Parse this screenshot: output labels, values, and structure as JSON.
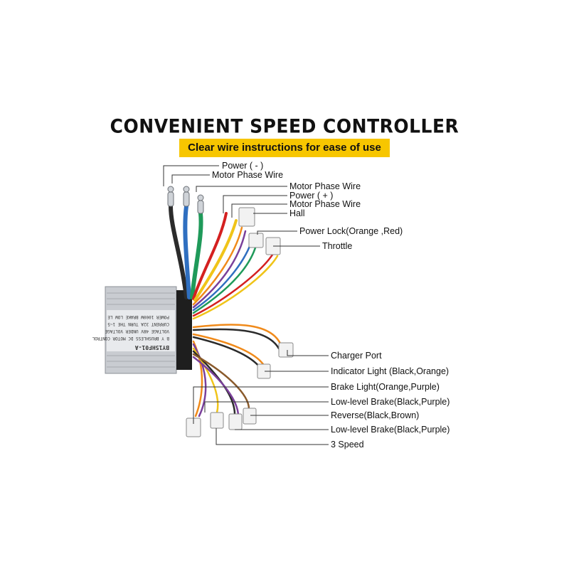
{
  "header": {
    "title": "CONVENIENT SPEED CONTROLLER",
    "subtitle": "Clear wire instructions for ease of use",
    "subtitle_bg": "#f7c600"
  },
  "controller": {
    "model": "BY15HF01-A",
    "lines": [
      "B Y  BRUSHLESS DC MOTOR CONTROL",
      "VOLTAGE  48V   UNDER VOLTAGE",
      "CURRENT 32A   TURN THE 1~5",
      "POWER  1000W   BRAKE LOW LE"
    ]
  },
  "labels": {
    "power_neg": "Power ( - )",
    "motor_phase_1": "Motor Phase Wire",
    "motor_phase_2": "Motor Phase Wire",
    "power_pos": "Power ( + )",
    "motor_phase_3": "Motor Phase Wire",
    "hall": "Hall",
    "power_lock": "Power Lock(Orange ,Red)",
    "throttle": "Throttle",
    "charger_port": "Charger Port",
    "indicator_light": "Indicator Light (Black,Orange)",
    "brake_light": "Brake Light(Orange,Purple)",
    "low_brake_1": "Low-level Brake(Black,Purple)",
    "reverse": "Reverse(Black,Brown)",
    "low_brake_2": "Low-level Brake(Black,Purple)",
    "three_speed": "3 Speed"
  },
  "wire_colors": {
    "black": "#2b2b2b",
    "blue": "#2f6fc0",
    "green": "#1f9a5a",
    "red": "#d42020",
    "yellow": "#f0c419",
    "orange": "#f08a1a",
    "purple": "#7a3f9a",
    "brown": "#8a5a2b"
  }
}
